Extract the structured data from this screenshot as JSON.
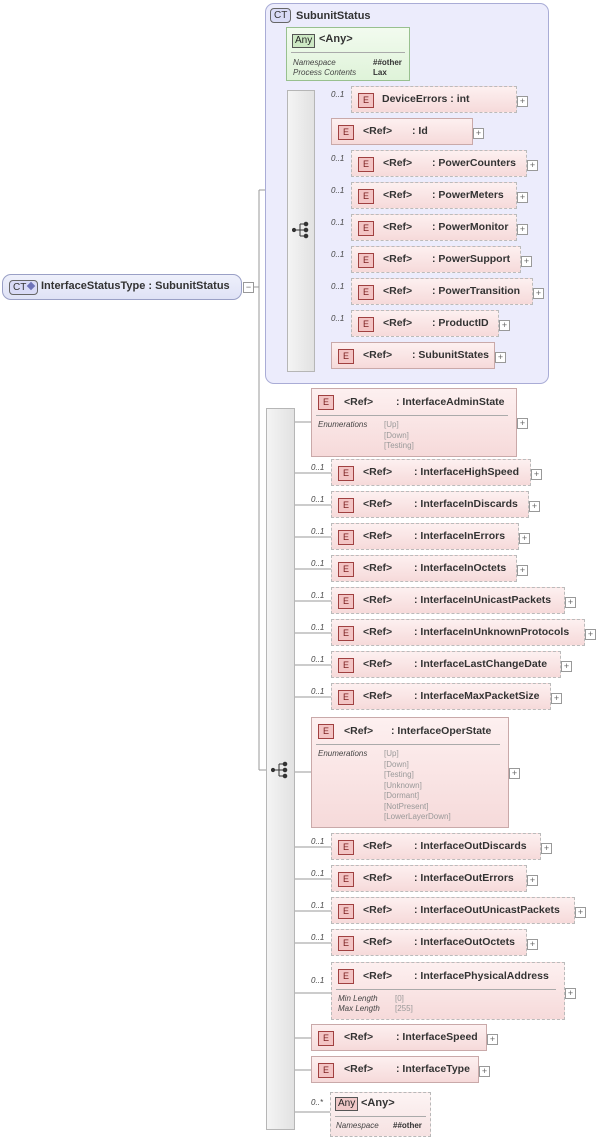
{
  "root": {
    "badge": "CT",
    "label": "InterfaceStatusType : SubunitStatus"
  },
  "subunit": {
    "badge": "CT",
    "title": "SubunitStatus",
    "any": {
      "badge": "Any",
      "title": "<Any>",
      "namespace_label": "Namespace",
      "namespace": "##other",
      "process_label": "Process Contents",
      "process": "Lax"
    },
    "elements": [
      {
        "occ": "0..1",
        "ref": "",
        "name": "DeviceErrors : int"
      },
      {
        "occ": "",
        "ref": "<Ref>",
        "name": ": Id"
      },
      {
        "occ": "0..1",
        "ref": "<Ref>",
        "name": ": PowerCounters"
      },
      {
        "occ": "0..1",
        "ref": "<Ref>",
        "name": ": PowerMeters"
      },
      {
        "occ": "0..1",
        "ref": "<Ref>",
        "name": ": PowerMonitor"
      },
      {
        "occ": "0..1",
        "ref": "<Ref>",
        "name": ": PowerSupport"
      },
      {
        "occ": "0..1",
        "ref": "<Ref>",
        "name": ": PowerTransition"
      },
      {
        "occ": "0..1",
        "ref": "<Ref>",
        "name": ": ProductID"
      },
      {
        "occ": "",
        "ref": "<Ref>",
        "name": ": SubunitStates"
      }
    ]
  },
  "elem_badge": "E",
  "admin": {
    "ref": "<Ref>",
    "name": ": InterfaceAdminState",
    "enum_label": "Enumerations",
    "values": [
      "[Up]",
      "[Down]",
      "[Testing]"
    ]
  },
  "main_elements_a": [
    {
      "occ": "0..1",
      "ref": "<Ref>",
      "name": ": InterfaceHighSpeed"
    },
    {
      "occ": "0..1",
      "ref": "<Ref>",
      "name": ": InterfaceInDiscards"
    },
    {
      "occ": "0..1",
      "ref": "<Ref>",
      "name": ": InterfaceInErrors"
    },
    {
      "occ": "0..1",
      "ref": "<Ref>",
      "name": ": InterfaceInOctets"
    },
    {
      "occ": "0..1",
      "ref": "<Ref>",
      "name": ": InterfaceInUnicastPackets"
    },
    {
      "occ": "0..1",
      "ref": "<Ref>",
      "name": ": InterfaceInUnknownProtocols"
    },
    {
      "occ": "0..1",
      "ref": "<Ref>",
      "name": ": InterfaceLastChangeDate"
    },
    {
      "occ": "0..1",
      "ref": "<Ref>",
      "name": ": InterfaceMaxPacketSize"
    }
  ],
  "oper": {
    "ref": "<Ref>",
    "name": ": InterfaceOperState",
    "enum_label": "Enumerations",
    "values": [
      "[Up]",
      "[Down]",
      "[Testing]",
      "[Unknown]",
      "[Dormant]",
      "[NotPresent]",
      "[LowerLayerDown]"
    ]
  },
  "main_elements_b": [
    {
      "occ": "0..1",
      "ref": "<Ref>",
      "name": ": InterfaceOutDiscards"
    },
    {
      "occ": "0..1",
      "ref": "<Ref>",
      "name": ": InterfaceOutErrors"
    },
    {
      "occ": "0..1",
      "ref": "<Ref>",
      "name": ": InterfaceOutUnicastPackets"
    },
    {
      "occ": "0..1",
      "ref": "<Ref>",
      "name": ": InterfaceOutOctets"
    }
  ],
  "phys": {
    "occ": "0..1",
    "ref": "<Ref>",
    "name": ": InterfacePhysicalAddress",
    "min_label": "Min Length",
    "min": "[0]",
    "max_label": "Max Length",
    "max": "[255]"
  },
  "main_elements_c": [
    {
      "occ": "",
      "ref": "<Ref>",
      "name": ": InterfaceSpeed"
    },
    {
      "occ": "",
      "ref": "<Ref>",
      "name": ": InterfaceType"
    }
  ],
  "any_bottom": {
    "occ": "0..*",
    "badge": "Any",
    "title": "<Any>",
    "namespace_label": "Namespace",
    "namespace": "##other"
  },
  "expand_glyph": "+",
  "collapse_glyph": "−"
}
